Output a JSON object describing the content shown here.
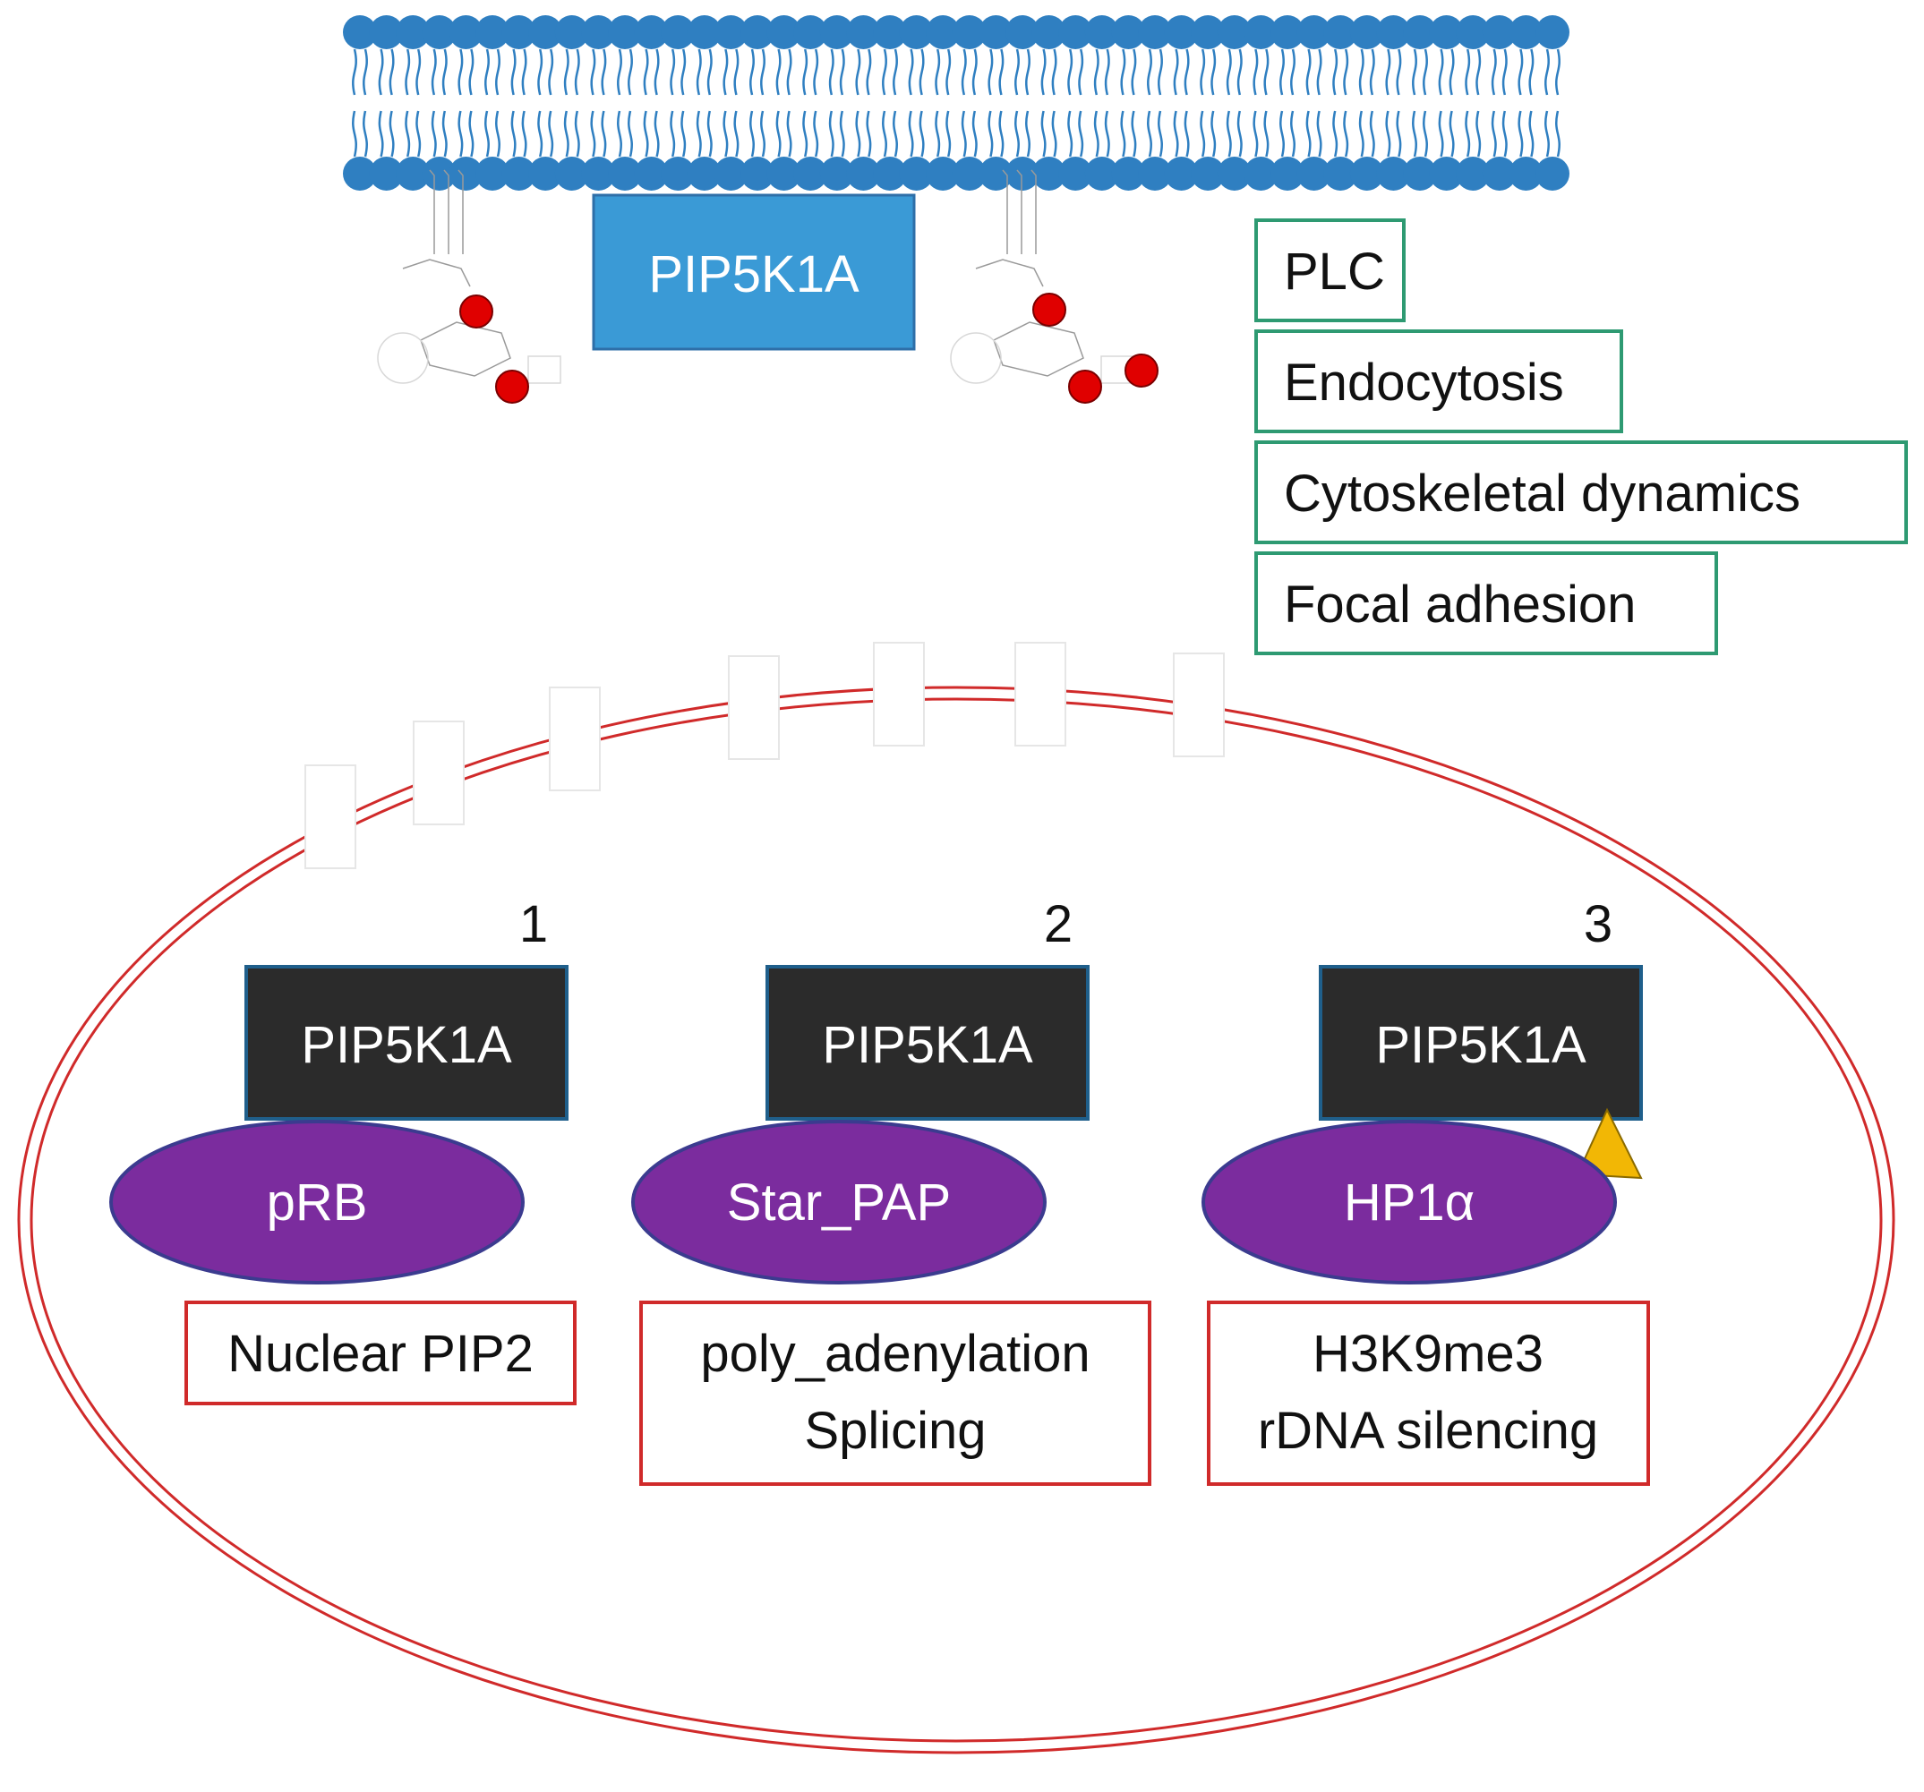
{
  "colors": {
    "membrane_head": "#2F7FC1",
    "membrane_tail": "#2F7FC1",
    "membrane_protein_fill": "#3A9AD6",
    "membrane_protein_border": "#2E6FA8",
    "phosphate": "#E00000",
    "green_box_border": "#2E9A72",
    "red_box_border": "#D02A2A",
    "nucleus_line": "#D02A2A",
    "kinase_fill": "#2B2B2B",
    "kinase_border": "#1F5F8B",
    "partner_fill": "#7B2C9E",
    "partner_border": "#3B3B8F",
    "marker_fill": "#F2B705",
    "white_text": "#FFFFFF",
    "dark_text": "#111111"
  },
  "membrane": {
    "protein_label": "PIP5K1A"
  },
  "cytoplasm_functions": [
    "PLC",
    "Endocytosis",
    "Cytoskeletal dynamics",
    "Focal adhesion"
  ],
  "nuclear_complexes": [
    {
      "number": "1",
      "kinase": "PIP5K1A",
      "partner": "pRB",
      "function_lines": [
        "Nuclear PIP2"
      ]
    },
    {
      "number": "2",
      "kinase": "PIP5K1A",
      "partner": "Star_PAP",
      "function_lines": [
        "poly_adenylation",
        "Splicing"
      ]
    },
    {
      "number": "3",
      "kinase": "PIP5K1A",
      "partner": "HP1α",
      "function_lines": [
        "H3K9me3",
        "rDNA silencing"
      ]
    }
  ]
}
